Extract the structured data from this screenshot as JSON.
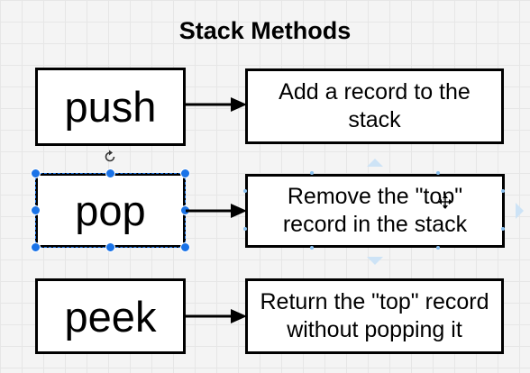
{
  "title": "Stack Methods",
  "rows": [
    {
      "method": "push",
      "description": [
        "Add a record to the",
        "stack"
      ]
    },
    {
      "method": "pop",
      "description": [
        "Remove the \"top\"",
        "record in the stack"
      ]
    },
    {
      "method": "peek",
      "description": [
        "Return the \"top\" record",
        "without popping it"
      ]
    }
  ],
  "colors": {
    "selection": "#1a73e8",
    "selection_hint": "#8bc1f0",
    "stroke": "#000000"
  },
  "icons": [
    "rotate-icon",
    "move-cursor-icon"
  ]
}
